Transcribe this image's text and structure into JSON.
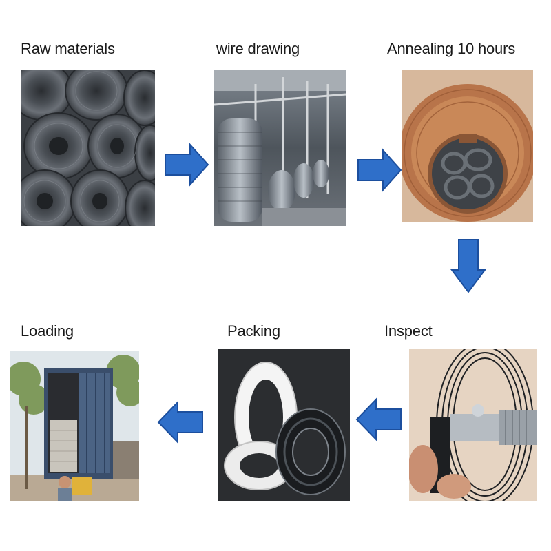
{
  "steps": [
    {
      "label": "Raw materials",
      "image_icon": "wire-rod-coils-photo"
    },
    {
      "label": "wire drawing",
      "image_icon": "wire-drawing-machine-photo"
    },
    {
      "label": "Annealing 10 hours",
      "image_icon": "annealing-furnace-photo"
    },
    {
      "label": "Inspect",
      "image_icon": "micrometer-inspection-photo"
    },
    {
      "label": "Packing",
      "image_icon": "packed-wire-coils-photo"
    },
    {
      "label": "Loading",
      "image_icon": "container-loading-photo"
    }
  ],
  "colors": {
    "arrow_fill": "#2f6fc9",
    "arrow_stroke": "#1c4f9e",
    "text": "#1a1a1a",
    "background": "#ffffff"
  }
}
